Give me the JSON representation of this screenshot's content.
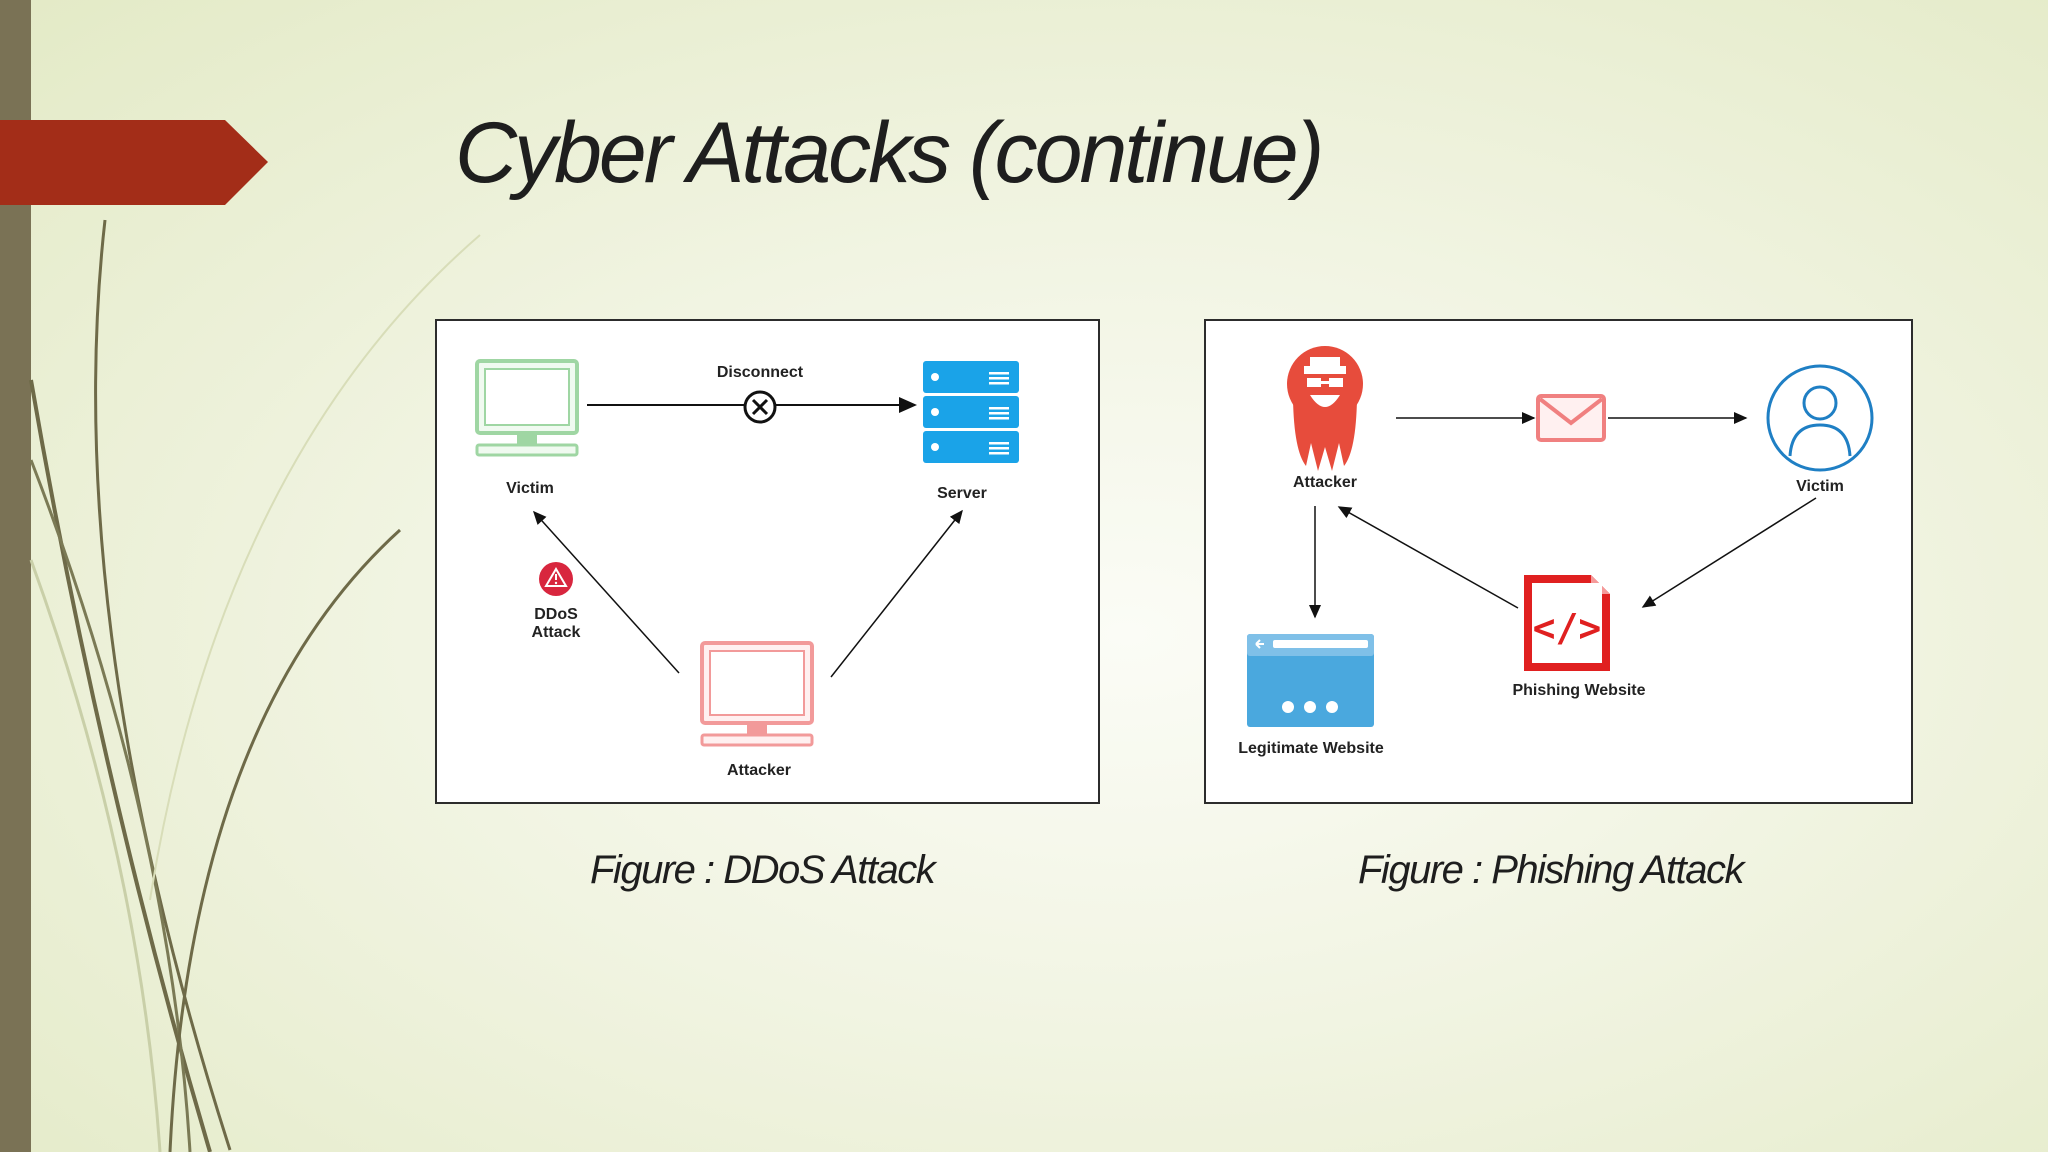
{
  "slide": {
    "title": "Cyber Attacks (continue)"
  },
  "ddos_figure": {
    "caption": "Figure : DDoS Attack",
    "victim_label": "Victim",
    "server_label": "Server",
    "attacker_label": "Attacker",
    "disconnect_label": "Disconnect",
    "ddos_label_line1": "DDoS",
    "ddos_label_line2": "Attack",
    "colors": {
      "victim": "#9fd6a3",
      "server": "#1aa3e8",
      "attacker": "#f29a9a",
      "alert": "#d8263e"
    },
    "icons": [
      "monitor-icon",
      "server-icon",
      "disconnect-icon",
      "alert-icon"
    ]
  },
  "phishing_figure": {
    "caption": "Figure : Phishing Attack",
    "attacker_label": "Attacker",
    "victim_label": "Victim",
    "phishing_label": "Phishing Website",
    "legit_label": "Legitimate Website",
    "colors": {
      "attacker": "#e74c3c",
      "victim": "#1f7fc4",
      "email": "#f08080",
      "phishing": "#e02020",
      "legit": "#4aa8de"
    },
    "icons": [
      "hacker-icon",
      "email-icon",
      "user-icon",
      "code-file-icon",
      "browser-window-icon"
    ]
  },
  "theme": {
    "accent": "#a32d18",
    "side_bar": "#7a7255"
  }
}
